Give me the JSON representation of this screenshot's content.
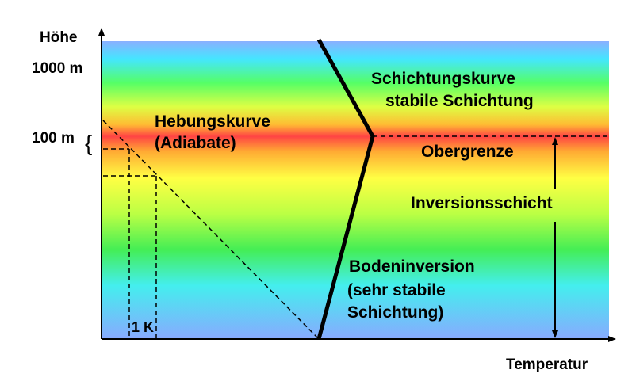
{
  "axes": {
    "y_label": "Höhe",
    "x_label": "Temperatur",
    "tick_1000": "1000 m",
    "tick_100": "100 m",
    "brace": "{",
    "one_k": "1 K"
  },
  "labels": {
    "hebung_line1": "Hebungskurve",
    "hebung_line2": "(Adiabate)",
    "schichtung_line1": "Schichtungskurve",
    "schichtung_line2": "stabile Schichtung",
    "obergrenze": "Obergrenze",
    "inversionsschicht": "Inversionsschicht",
    "boden_line1": "Bodeninversion",
    "boden_line2": "(sehr stabile",
    "boden_line3": "Schichtung)"
  },
  "colors": {
    "background_gradient": [
      "#88aaff",
      "#44e6ff",
      "#66ff66",
      "#ffff44",
      "#ff4444",
      "#ffff44",
      "#44ee44",
      "#88aaff"
    ],
    "lines": "#000000"
  }
}
